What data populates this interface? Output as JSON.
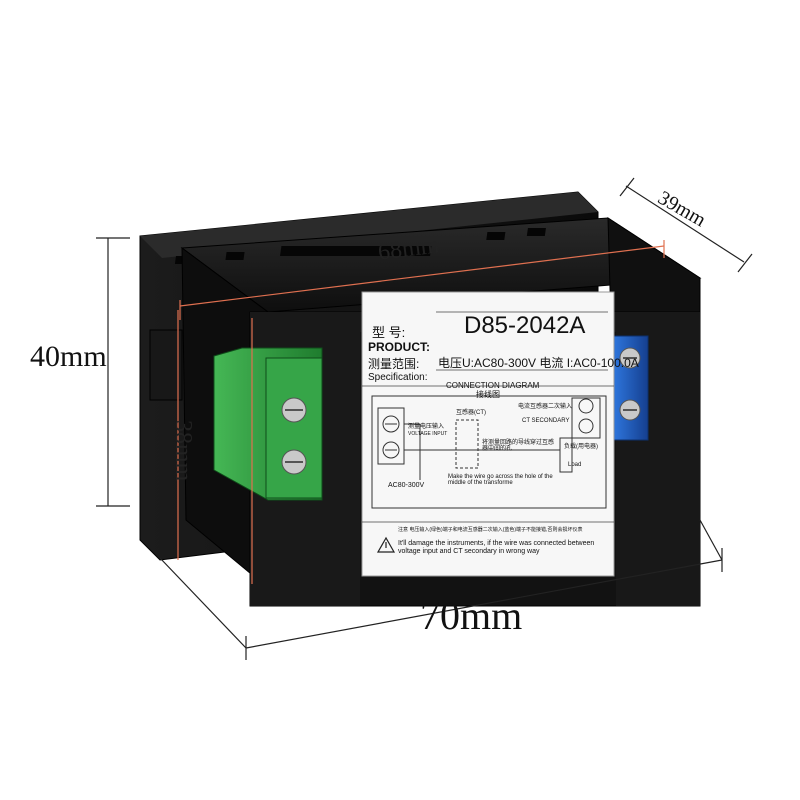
{
  "dimensions": {
    "height": "40mm",
    "width": "70mm",
    "depth": "39mm",
    "inner_width": "68mm",
    "inner_height": "38mm"
  },
  "label": {
    "model_prefix": "型    号:",
    "product_en": "PRODUCT:",
    "model": "D85-2042A",
    "spec_cn": "测量范围:",
    "spec_en": "Specification:",
    "spec_value": "电压U:AC80-300V 电流 I:AC0-100.0A",
    "diagram_title_en": "CONNECTION DIAGRAM",
    "diagram_title_cn": "接线图",
    "voltage_input_cn": "测量电压输入",
    "voltage_input_en": "VOLTAGE INPUT",
    "ct_cn": "互感器(CT)",
    "ct_secondary_cn": "电流互感器二次输入",
    "ct_secondary_en": "CT SECONDARY",
    "wire_cn": "将测量回路的导线穿过互感器中间的孔",
    "wire_en": "Make the wire go across the hole of the middle of the transforme",
    "load_cn": "负载(用电器)",
    "load_en": "Load",
    "ac_range": "AC80-300V",
    "warning_cn": "注意 电压输入(绿色)端子和电流互感器二次输入(蓝色)端子不能接错,否则会损坏仪表",
    "warning_en": "It'll damage the instruments, if the wire was connected between voltage input and CT secondary in wrong way"
  },
  "colors": {
    "body": "#141414",
    "green_terminal": "#2e9b3e",
    "blue_terminal": "#1f5fc8",
    "dimension_line": "#e07050",
    "label_bg": "#f7f7f7"
  }
}
